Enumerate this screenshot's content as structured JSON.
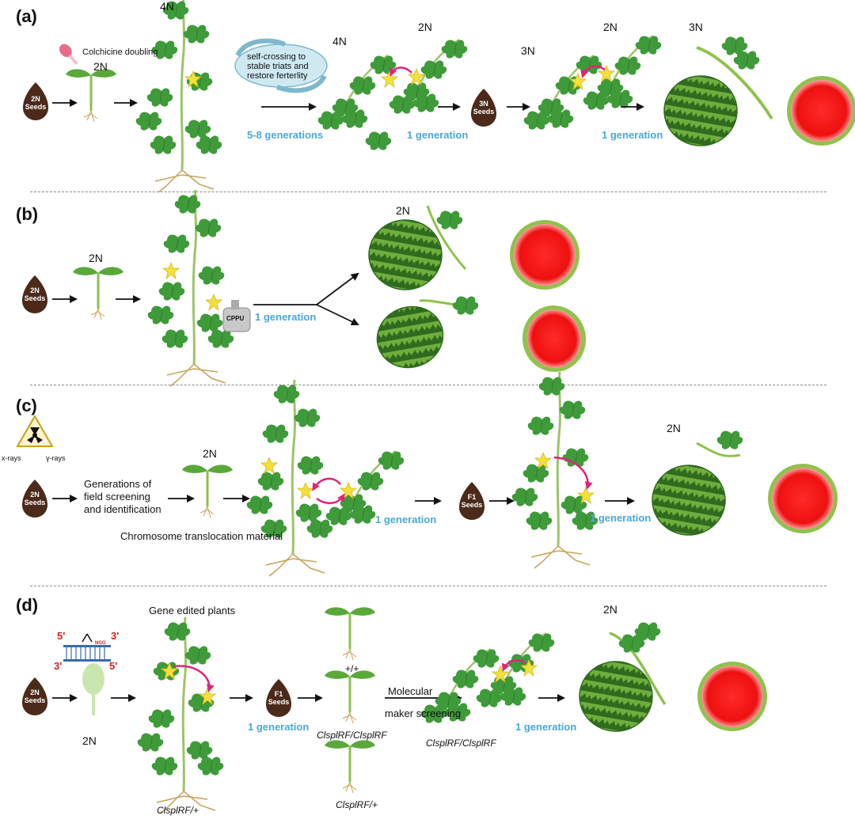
{
  "panels": {
    "a": {
      "label": "(a)",
      "seed": "2N\nSeeds",
      "colchicine": "Colchicine doubling",
      "seedling_ploidy": "2N",
      "tetraploid": "4N",
      "cycle_text": [
        "self-crossing to",
        "stable triats  and",
        "restore ferterlity"
      ],
      "gen1": "5-8 generations",
      "cross_left": "4N",
      "cross_right": "2N",
      "gen2": "1 generation",
      "seed2": "3N\nSeeds",
      "cross2_left": "3N",
      "cross2_right": "2N",
      "gen3": "1 generation",
      "fruit": "3N"
    },
    "b": {
      "label": "(b)",
      "seed": "2N\nSeeds",
      "seedling_ploidy": "2N",
      "sprayer": "CPPU",
      "gen": "1 generation",
      "fruit": "2N"
    },
    "c": {
      "label": "(c)",
      "xrays": "x-rays",
      "grays": "γ-rays",
      "seed": "2N\nSeeds",
      "screening": [
        "Generations of",
        "field screening",
        "and identification"
      ],
      "seedling_ploidy": "2N",
      "translocation": "Chromosome translocation material",
      "gen1": "1 generation",
      "seed2": "F1\nSeeds",
      "gen2": "1 generation",
      "fruit": "2N"
    },
    "d": {
      "label": "(d)",
      "dna_5a": "5'",
      "dna_3a": "3'",
      "dna_3b": "3'",
      "dna_5b": "5'",
      "ngg": "NGG",
      "seed": "2N\nSeeds",
      "callus_ploidy": "2N",
      "gene_edited": "Gene edited plants",
      "plant_genotype": "ClsplRF/+",
      "seed2": "F1\nSeeds",
      "gen1": "1 generation",
      "wt": "+/+",
      "homo": "ClsplRF/ClsplRF",
      "het": "ClsplRF/+",
      "molecular": [
        "Molecular",
        "maker screening"
      ],
      "cross_genotype": "ClsplRF/ClsplRF",
      "gen2": "1 generation",
      "fruit": "2N"
    }
  },
  "colors": {
    "leaf": "#3f9a3a",
    "leaf_dark": "#2e7d2a",
    "stem": "#9cc46a",
    "root": "#c9a25a",
    "flower": "#f4e03a",
    "seed": "#4b2a1a",
    "arrow_pink": "#e0247a",
    "gen_text": "#4aa8d8",
    "melon_dark": "#2f6b1e",
    "melon_light": "#6fae3c",
    "flesh": "#f01818",
    "rind": "#8fc24e"
  }
}
